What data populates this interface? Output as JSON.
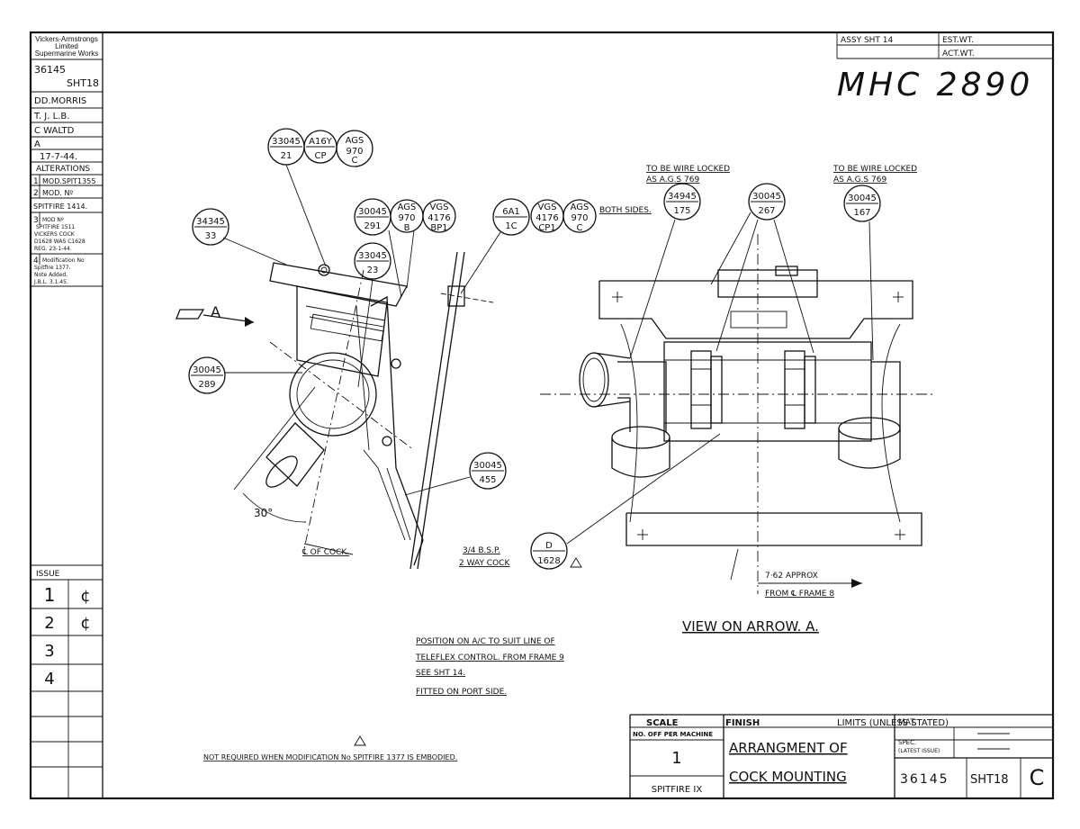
{
  "company": {
    "line1": "Vickers-Armstrongs",
    "line2": "Limited",
    "line3": "Supermarine Works"
  },
  "sidebar": {
    "drawing_no": "36145",
    "sheet": "SHT18",
    "drawn_by": "DD.MORRIS",
    "tracer": "T. J. L.B.",
    "checked": "C WALTD",
    "approved": "A",
    "date": "17-7-44.",
    "alterations_title": "ALTERATIONS",
    "alt1": "MOD.SPIT1355",
    "alt1_no": "1",
    "alt2_no": "2",
    "alt2a": "MOD. Nº",
    "alt2b": "SPITFIRE 1414.",
    "alt3_no": "3",
    "alt3_lines": [
      "MOD Nº",
      "SPITFIRE 1511",
      "VICKERS COCK",
      "D1628 WAS C1628",
      "REG. 23-1-44."
    ],
    "alt4_no": "4",
    "alt4_lines": [
      "Modification No",
      "Spitfire 1377.",
      "Note Added.",
      "J.B.L. 3.1.45."
    ],
    "issue_title": "ISSUE",
    "issues": [
      {
        "no": "1",
        "mark": "¢"
      },
      {
        "no": "2",
        "mark": "¢"
      },
      {
        "no": "3",
        "mark": ""
      },
      {
        "no": "4",
        "mark": ""
      }
    ]
  },
  "top_right": {
    "assy": "ASSY SHT 14",
    "est_wt": "EST.WT.",
    "act_wt": "ACT.WT.",
    "handwritten": "MHC 2890"
  },
  "left_view": {
    "balloons": [
      {
        "top": "33045",
        "bottom": "21"
      },
      {
        "top": "A16Y",
        "bottom": "CP"
      },
      {
        "top": "AGS",
        "mid": "970",
        "bottom": "C"
      },
      {
        "top": "34345",
        "bottom": "33"
      },
      {
        "top": "30045",
        "bottom": "291"
      },
      {
        "top": "AGS",
        "mid": "970",
        "bottom": "B"
      },
      {
        "top": "VGS",
        "mid": "4176",
        "bottom": "BP1"
      },
      {
        "top": "33045",
        "bottom": "23"
      },
      {
        "top": "6A1",
        "bottom": "1C"
      },
      {
        "top": "VGS",
        "mid": "4176",
        "bottom": "CP1"
      },
      {
        "top": "AGS",
        "mid": "970",
        "bottom": "C"
      },
      {
        "top": "30045",
        "bottom": "289"
      },
      {
        "top": "30045",
        "bottom": "455"
      }
    ],
    "both_sides": "BOTH SIDES.",
    "arrow_label": "A",
    "angle": "30°",
    "centerline": "℄ OF COCK."
  },
  "right_view": {
    "wire_lock_1a": "TO BE WIRE LOCKED",
    "wire_lock_1b": "AS A.G.S 769",
    "wire_lock_2a": "TO BE WIRE LOCKED",
    "wire_lock_2b": "AS A.G.S 769",
    "balloons": [
      {
        "top": "34945",
        "bottom": "175"
      },
      {
        "top": "30045",
        "bottom": "267"
      },
      {
        "top": "30045",
        "bottom": "167"
      },
      {
        "top": "D",
        "bottom": "1628"
      }
    ],
    "cock_label_1": "3/4 B.S.P.",
    "cock_label_2": "2 WAY COCK",
    "approx_1": "7·62 APPROX",
    "approx_2": "FROM ℄ FRAME 8",
    "view_title": "VIEW ON ARROW. A."
  },
  "notes": {
    "line1": "POSITION ON A/C TO SUIT LINE OF",
    "line2": "TELEFLEX CONTROL. FROM FRAME 9",
    "line3": "SEE SHT 14.",
    "line4": "FITTED ON PORT SIDE.",
    "footnote": "NOT REQUIRED WHEN MODIFICATION No SPITFIRE 1377 IS EMBODIED."
  },
  "title_block": {
    "scale": "SCALE",
    "finish": "FINISH",
    "limits": "LIMITS (UNLESS STATED)",
    "no_off": "NO. OFF PER MACHINE",
    "qty": "1",
    "aircraft": "SPITFIRE IX",
    "title1": "ARRANGMENT OF",
    "title2": "COCK MOUNTING",
    "mat": "MAT.",
    "spec": "SPEC.",
    "spec2": "(LATEST ISSUE)",
    "drawing_no": "36145",
    "sheet": "SHT18",
    "rev": "C"
  }
}
